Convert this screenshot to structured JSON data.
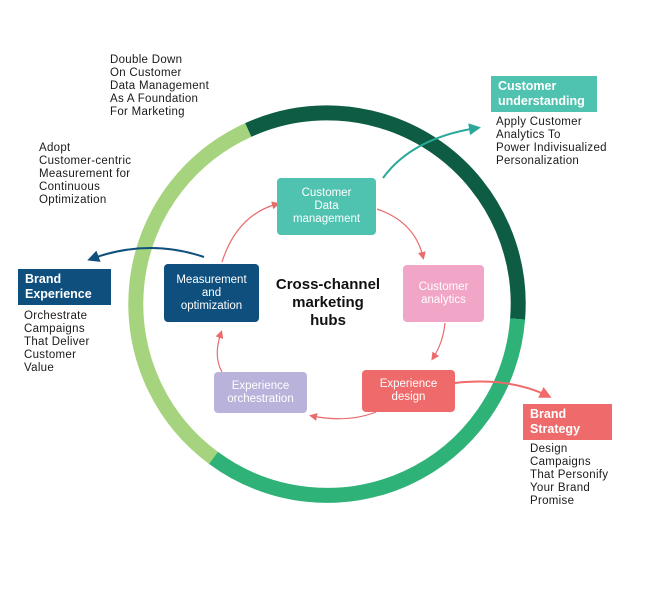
{
  "diagram": {
    "center_title": "Cross-channel\nmarketing\nhubs",
    "nodes": [
      {
        "label": "Customer\nData\nmanagement",
        "color": "#4fc2b0"
      },
      {
        "label": "Customer\nanalytics",
        "color": "#f2a6c7"
      },
      {
        "label": "Experience\ndesign",
        "color": "#ef6a6a"
      },
      {
        "label": "Experience\norchestration",
        "color": "#b9b3dc"
      },
      {
        "label": "Measurement\nand\noptimization",
        "color": "#0e4f7e"
      }
    ],
    "tags": [
      {
        "label": "Customer\nunderstanding",
        "color": "#4fc2b0"
      },
      {
        "label": "Brand\nExperience",
        "color": "#0e4f7e"
      },
      {
        "label": "Brand\nStrategy",
        "color": "#ef6a6a"
      }
    ],
    "notes": {
      "double_down": "Double Down\nOn Customer\nData Management\nAs A Foundation\nFor Marketing",
      "adopt": "Adopt\nCustomer-centric\nMeasurement for\nContinuous\nOptimization",
      "apply": "Apply Customer\nAnalytics To\nPower Indivisualized\nPersonalization",
      "orchestrate": "Orchestrate\nCampaigns\nThat Deliver\nCustomer\nValue",
      "design": "Design\nCampaigns\nThat Personify\nYour Brand\nPromise"
    },
    "ring_colors": {
      "dark": "#0d5c43",
      "mid": "#2fb277",
      "light": "#a6d37d"
    },
    "arrow_colors": {
      "teal": "#2aa99a",
      "navy": "#0e4f7e",
      "red": "#ef6a6a",
      "cycle": "#e96b6b"
    }
  }
}
